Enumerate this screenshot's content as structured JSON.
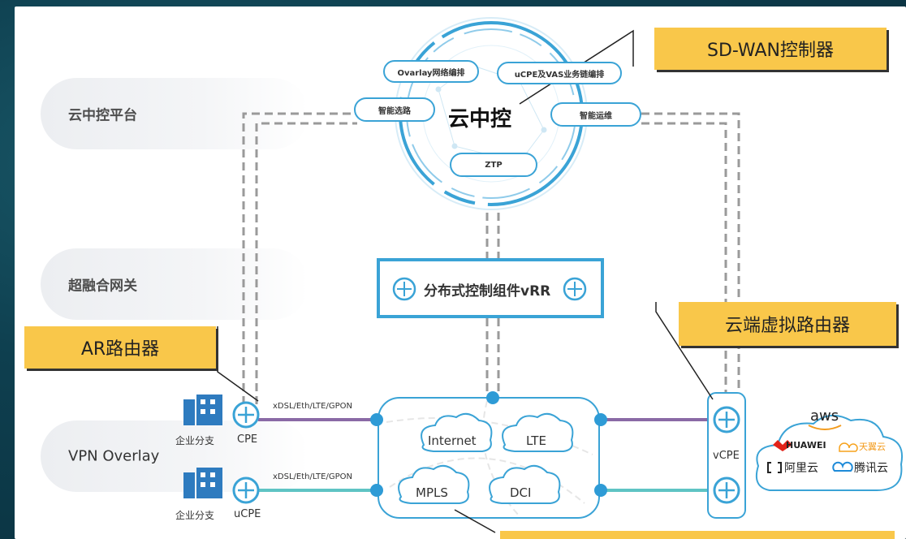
{
  "layers": {
    "cloud_platform": "云中控平台",
    "gateway": "超融合网关",
    "vpn": "VPN Overlay"
  },
  "controller": {
    "center_title": "云中控",
    "modules": {
      "overlay": "Ovarlay网络编排",
      "ucpe_vas": "uCPE及VAS业务链编排",
      "route": "智能选路",
      "ops": "智能运维",
      "ztp": "ZTP"
    }
  },
  "vrr": {
    "label": "分布式控制组件vRR"
  },
  "callouts": {
    "sdwan": "SD-WAN控制器",
    "ar": "AR路由器",
    "vrouter": "云端虚拟路由器"
  },
  "branch": {
    "cpe_site": "企业分支",
    "cpe_label": "CPE",
    "ucpe_site": "企业分支",
    "ucpe_label": "uCPE",
    "link1": "xDSL/Eth/LTE/GPON",
    "link2": "xDSL/Eth/LTE/GPON"
  },
  "wan_clouds": {
    "internet": "Internet",
    "lte": "LTE",
    "mpls": "MPLS",
    "dci": "DCI"
  },
  "vcpe": {
    "label": "vCPE"
  },
  "providers": {
    "aws": "aws",
    "huawei": "HUAWEI",
    "tianyi": "天翼云",
    "aliyun": "阿里云",
    "tencent": "腾讯云"
  },
  "colors": {
    "blue": "#3aa3d6",
    "purple_link": "#8a6aa6",
    "teal_link": "#5fc4c4",
    "callout": "#f9c74a",
    "dash": "#9a9a9a"
  }
}
